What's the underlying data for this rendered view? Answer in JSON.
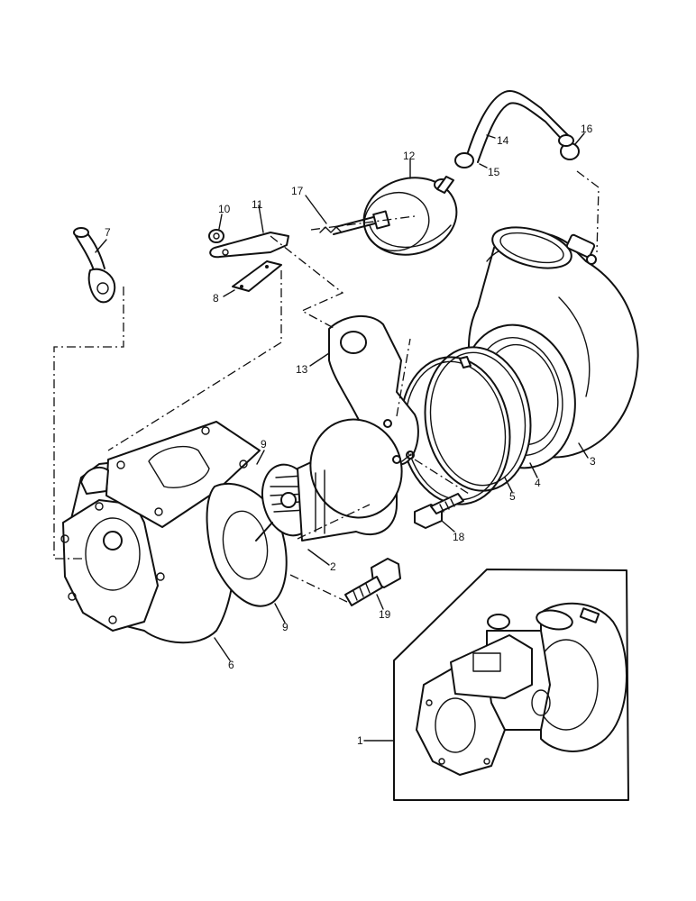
{
  "parts": [
    {
      "id": "callout-1",
      "label": "1"
    },
    {
      "id": "callout-2",
      "label": "2"
    },
    {
      "id": "callout-3",
      "label": "3"
    },
    {
      "id": "callout-4",
      "label": "4"
    },
    {
      "id": "callout-5",
      "label": "5"
    },
    {
      "id": "callout-6",
      "label": "6"
    },
    {
      "id": "callout-7",
      "label": "7"
    },
    {
      "id": "callout-8",
      "label": "8"
    },
    {
      "id": "callout-9a",
      "label": "9"
    },
    {
      "id": "callout-9b",
      "label": "9"
    },
    {
      "id": "callout-9c",
      "label": "9"
    },
    {
      "id": "callout-10",
      "label": "10"
    },
    {
      "id": "callout-11",
      "label": "11"
    },
    {
      "id": "callout-12",
      "label": "12"
    },
    {
      "id": "callout-13",
      "label": "13"
    },
    {
      "id": "callout-14",
      "label": "14"
    },
    {
      "id": "callout-15",
      "label": "15"
    },
    {
      "id": "callout-16",
      "label": "16"
    },
    {
      "id": "callout-17",
      "label": "17"
    },
    {
      "id": "callout-18",
      "label": "18"
    },
    {
      "id": "callout-19",
      "label": "19"
    }
  ]
}
